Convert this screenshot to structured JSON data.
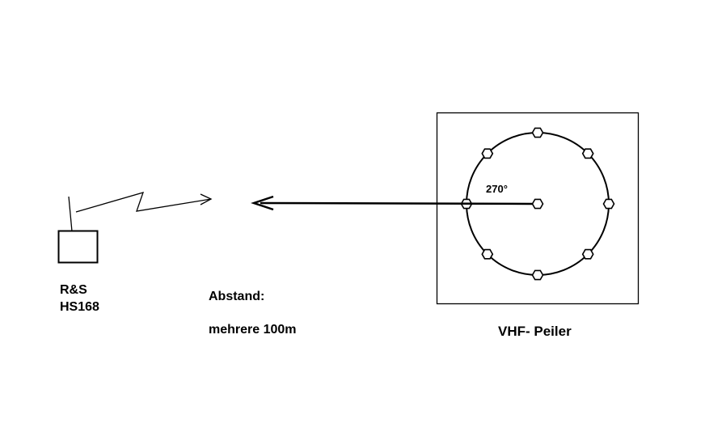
{
  "colors": {
    "background": "#ffffff",
    "ink": "#000000"
  },
  "transmitter": {
    "model_line1": "R&S",
    "model_line2": "HS168"
  },
  "distance": {
    "label": "Abstand:",
    "value": "mehrere 100m"
  },
  "direction_finder": {
    "bearing_label": "270°",
    "caption": "VHF- Peiler"
  }
}
